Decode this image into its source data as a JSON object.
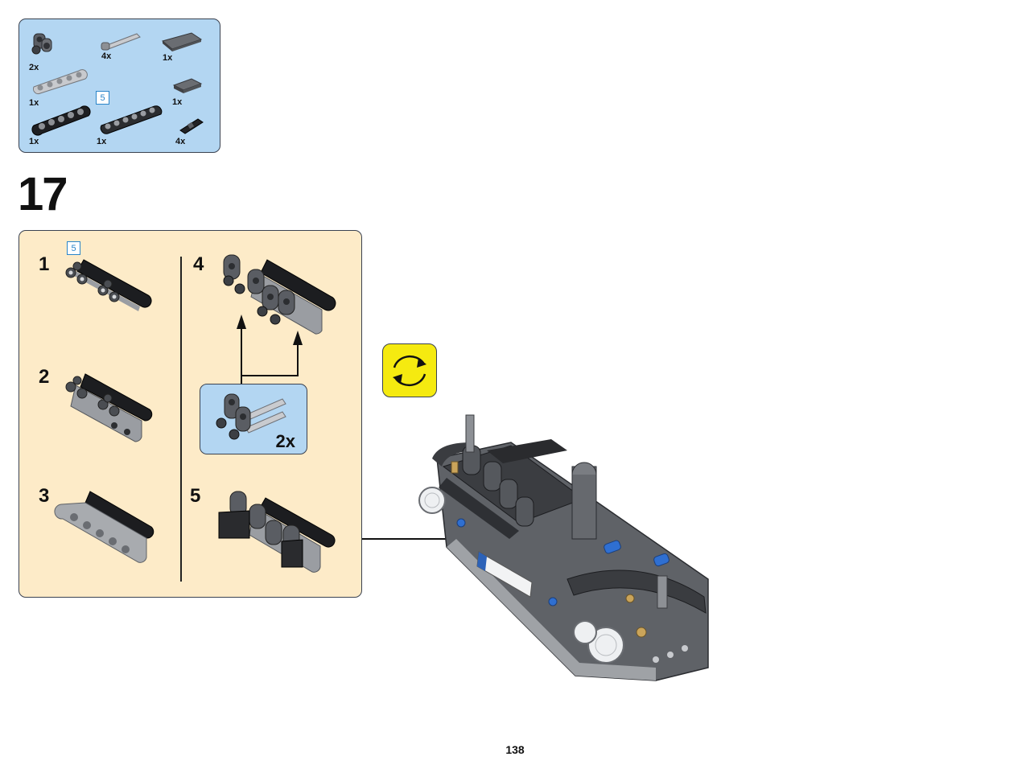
{
  "parts_list": {
    "items": [
      {
        "qty": "2x",
        "part": "axle-pin-connector"
      },
      {
        "qty": "4x",
        "part": "axle-pin-gray"
      },
      {
        "qty": "1x",
        "part": "tile-dark-long"
      },
      {
        "qty": "1x",
        "part": "beam-5-light-gray"
      },
      {
        "qty": "1x",
        "part": "tile-dark-short"
      },
      {
        "qty": "1x",
        "part": "beam-5-black"
      },
      {
        "qty": "1x",
        "part": "beam-7-dark"
      },
      {
        "qty": "4x",
        "part": "friction-pin-black"
      }
    ],
    "length_tag": "5"
  },
  "step": {
    "number": "17",
    "sub_steps": [
      "1",
      "2",
      "3",
      "4",
      "5"
    ],
    "sub_length_tag": "5",
    "callout_qty": "2x"
  },
  "page": {
    "number": "138"
  },
  "colors": {
    "parts_bg": "#b3d6f2",
    "substep_bg": "#fdebc8",
    "rotate_bg": "#f5ea10",
    "length_tag": "#2a85c9",
    "frame": "#3a4250"
  },
  "icons": {
    "rotate": "rotate-model-icon"
  }
}
